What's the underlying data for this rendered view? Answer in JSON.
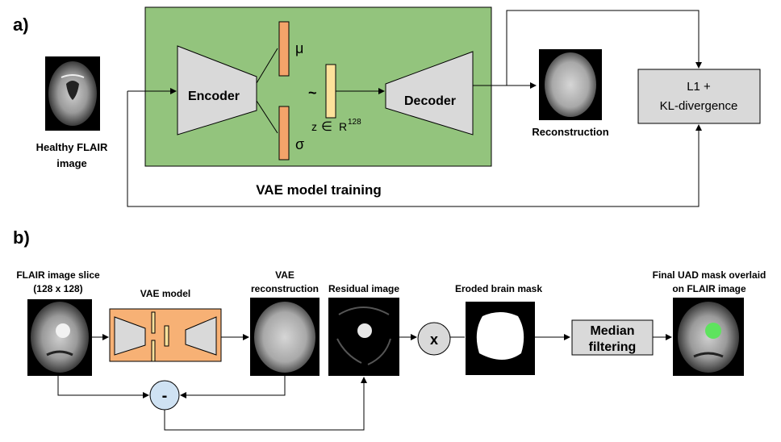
{
  "part_a": {
    "label": "a)",
    "input_caption_line1": "Healthy FLAIR",
    "input_caption_line2": "image",
    "encoder_label": "Encoder",
    "decoder_label": "Decoder",
    "mu_symbol": "μ",
    "sigma_symbol": "σ",
    "tilde_symbol": "~",
    "latent_z": "z",
    "latent_in": "∈",
    "latent_space": "R",
    "latent_dim": "128",
    "reconstruction_caption": "Reconstruction",
    "loss_line1": "L1 +",
    "loss_line2": "KL-divergence",
    "training_caption": "VAE model training",
    "colors": {
      "training_bg": "#93c47d",
      "mu_sigma_fill": "#f3a46a",
      "latent_fill": "#fde29b",
      "block_fill": "#d9d9d9"
    }
  },
  "part_b": {
    "label": "b)",
    "slice_caption_line1": "FLAIR image slice",
    "slice_caption_line2": "(128 x 128)",
    "vae_model_caption": "VAE model",
    "vae_recon_caption_line1": "VAE",
    "vae_recon_caption_line2": "reconstruction",
    "residual_caption": "Residual image",
    "eroded_caption": "Eroded brain mask",
    "multiply_symbol": "x",
    "subtract_symbol": "-",
    "median_line1": "Median",
    "median_line2": "filtering",
    "final_caption_line1": "Final UAD mask overlaid",
    "final_caption_line2": "on FLAIR image",
    "colors": {
      "vae_model_fill": "#f7b175",
      "circle_fill": "#d9d9d9",
      "minus_circle_fill": "#cfe2f3",
      "lesion_mask": "#5ee35e"
    }
  }
}
